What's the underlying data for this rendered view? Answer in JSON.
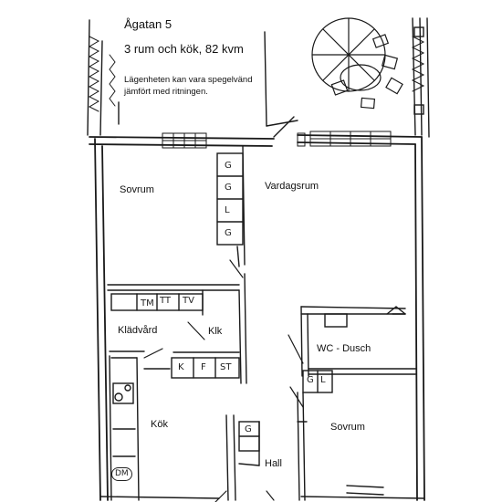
{
  "header": {
    "address": "Ågatan 5",
    "size": "3 rum och kök, 82 kvm",
    "note_line1": "Lägenheten kan vara spegelvänd",
    "note_line2": "jämfört med ritningen."
  },
  "rooms": {
    "sovrum_1": "Sovrum",
    "vardagsrum": "Vardagsrum",
    "kladvard": "Klädvård",
    "klk": "Klk",
    "wc": "WC - Dusch",
    "kok": "Kök",
    "sovrum_2": "Sovrum",
    "hall": "Hall"
  },
  "fixtures": {
    "wardrobe_1": "G",
    "wardrobe_2": "G",
    "wardrobe_3": "L",
    "wardrobe_4": "G",
    "laundry_tm": "TM",
    "laundry_tt": "TT",
    "laundry_tv": "TV",
    "kitchen_k": "K",
    "kitchen_f": "F",
    "kitchen_st": "ST",
    "hall_g": "G",
    "bed_g": "G",
    "bed_l": "L",
    "kitchen_dm": "DM"
  },
  "colors": {
    "line": "#1a1a1a"
  }
}
